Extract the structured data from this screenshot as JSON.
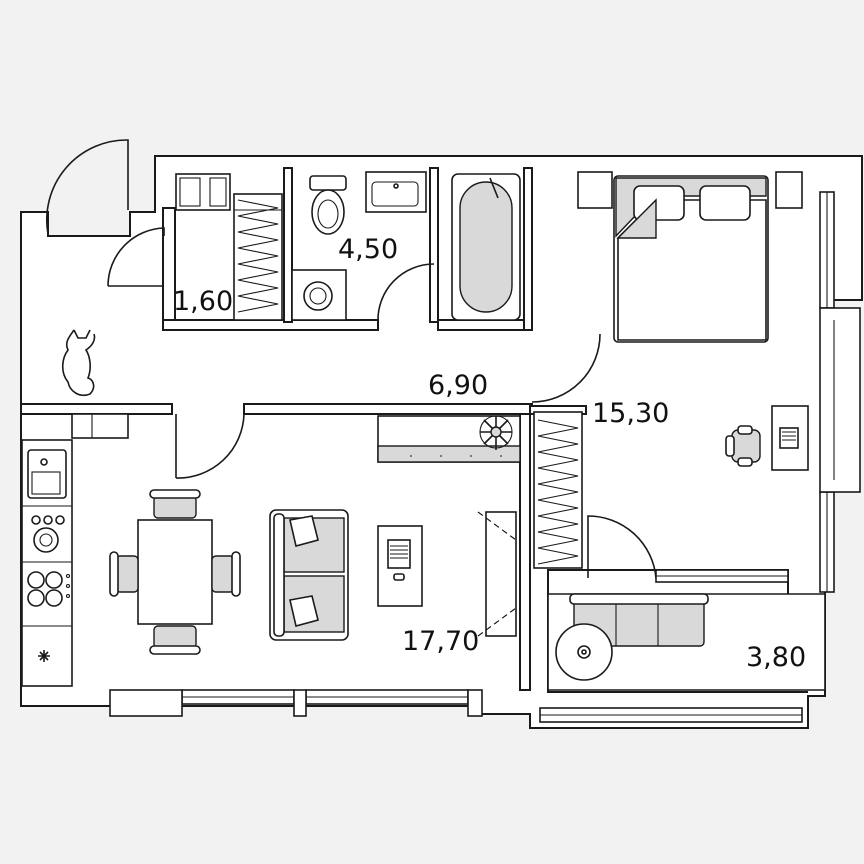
{
  "rooms": [
    {
      "id": "storage",
      "label": "1,60"
    },
    {
      "id": "bathroom",
      "label": "4,50"
    },
    {
      "id": "hallway",
      "label": "6,90"
    },
    {
      "id": "bedroom",
      "label": "15,30"
    },
    {
      "id": "living-kitchen",
      "label": "17,70"
    },
    {
      "id": "balcony",
      "label": "3,80"
    }
  ],
  "colors": {
    "background": "#f2f2f2",
    "wall": "#1a1a1a",
    "fill": "#ffffff",
    "furniture": "#d9d9d9"
  }
}
